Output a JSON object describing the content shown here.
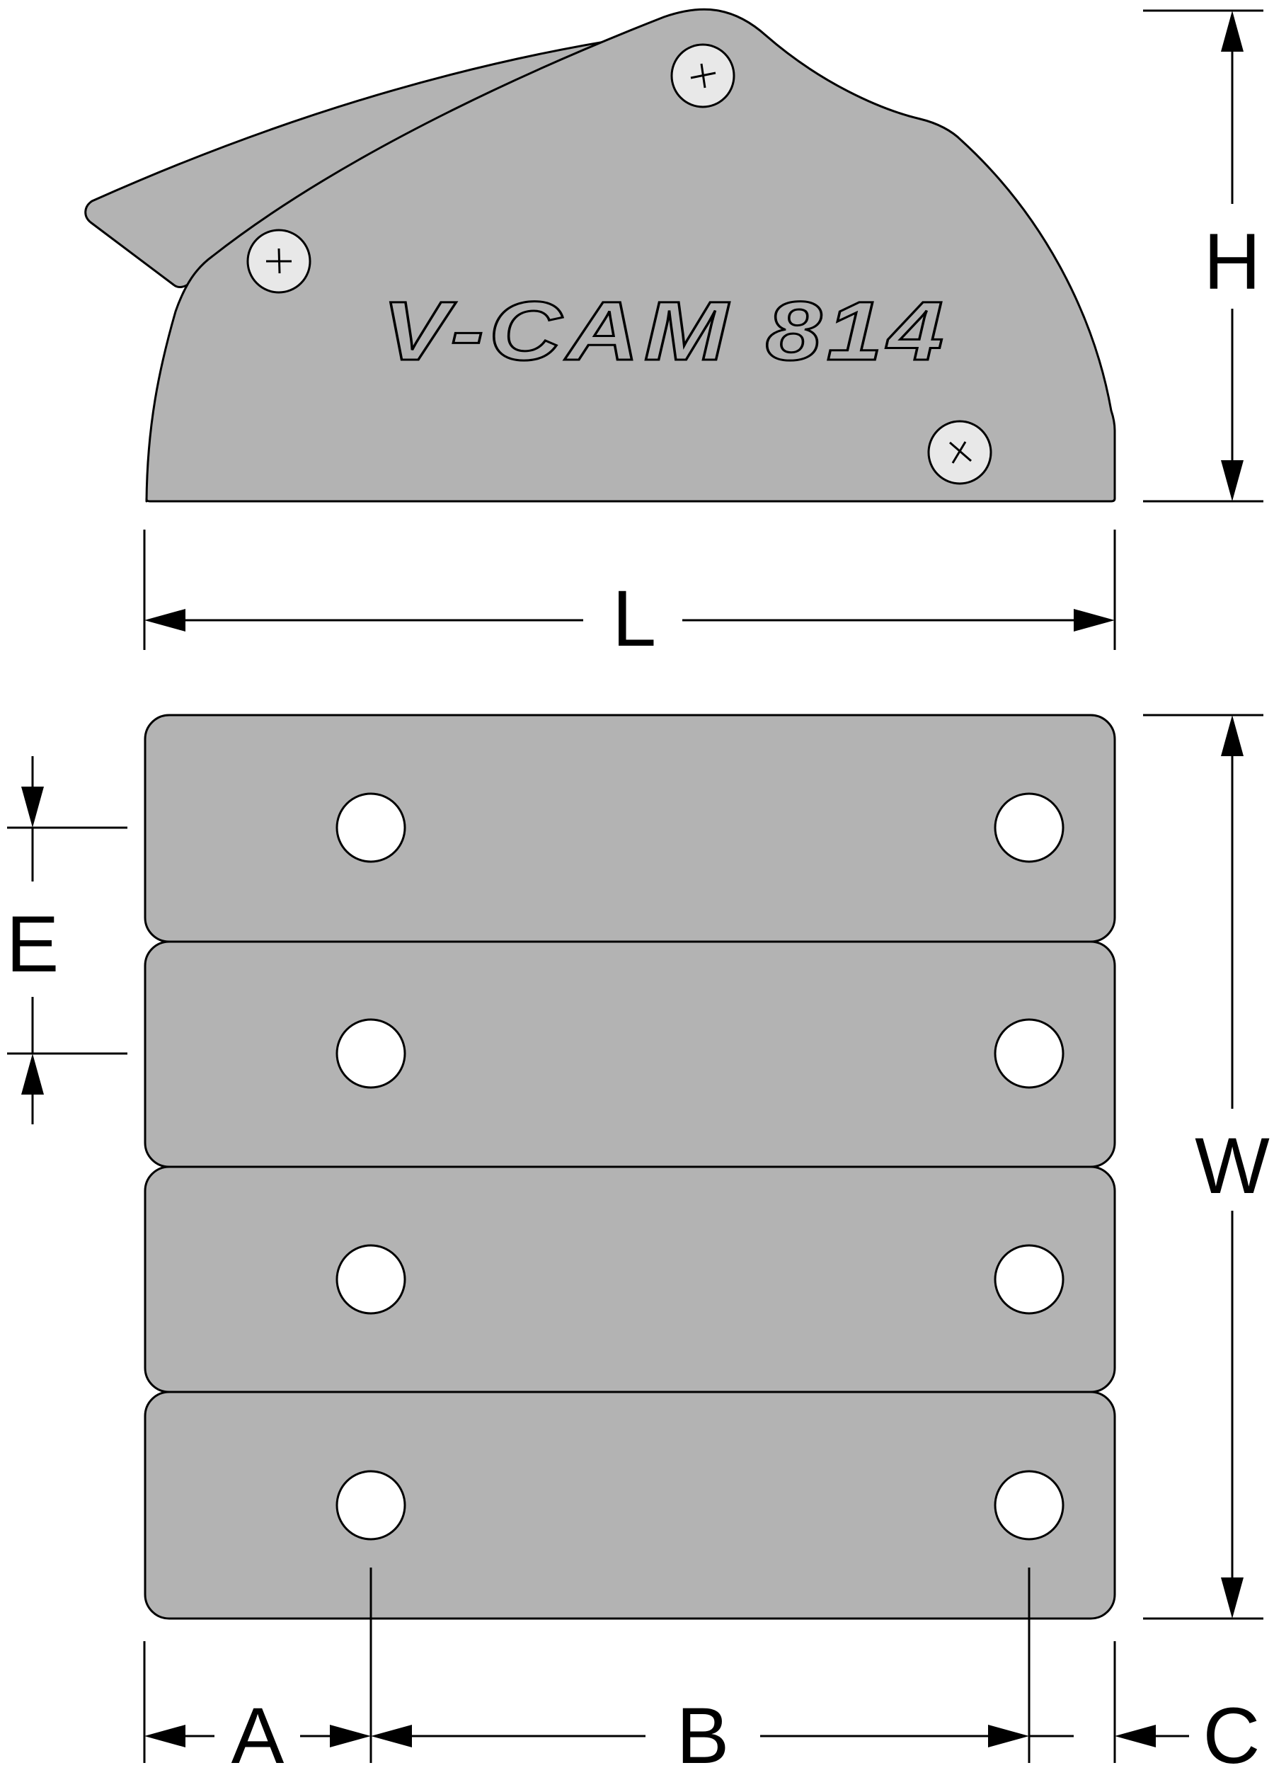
{
  "product": {
    "logo_text": "V-CAM 814",
    "module_count": 4
  },
  "dimensions": {
    "H": "H",
    "L": "L",
    "W": "W",
    "E": "E",
    "A": "A",
    "B": "B",
    "C": "C"
  },
  "colors": {
    "body": "#b3b3b3",
    "outline": "#000000",
    "screw": "#e8e8e8",
    "hole": "#ffffff"
  }
}
